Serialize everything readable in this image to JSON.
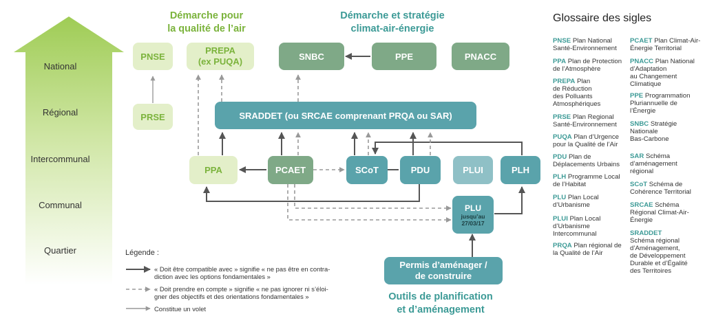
{
  "levels": [
    "National",
    "Régional",
    "Intercommunal",
    "Communal",
    "Quartier"
  ],
  "headers": {
    "air_line1": "Démarche pour",
    "air_line2": "la qualité de l’air",
    "climat_line1": "Démarche et stratégie",
    "climat_line2": "climat-air-énergie",
    "outils_line1": "Outils de planification",
    "outils_line2": "et d’aménagement"
  },
  "boxes": {
    "pnse": "PNSE",
    "prepa_line1": "PREPA",
    "prepa_line2": "(ex PUQA)",
    "snbc": "SNBC",
    "ppe": "PPE",
    "pnacc": "PNACC",
    "prse": "PRSE",
    "sraddet": "SRADDET (ou SRCAE comprenant PRQA ou SAR)",
    "ppa": "PPA",
    "pcaet": "PCAET",
    "scot": "SCoT",
    "pdu": "PDU",
    "plui": "PLUI",
    "plh": "PLH",
    "plu_line1": "PLU",
    "plu_line2": "jusqu’au",
    "plu_line3": "27/03/17",
    "permis_line1": "Permis d’aménager /",
    "permis_line2": "de construire"
  },
  "legend": {
    "title": "Légende :",
    "compat_line1": "« Doit être compatible avec » signifie « ne pas être en contra-",
    "compat_line2": "diction avec les options fondamentales »",
    "compte_line1": "« Doit prendre en compte » signifie « ne pas ignorer ni s’éloi-",
    "compte_line2": "gner des objectifs et des orientations fondamentales »",
    "volet": "Constitue un volet"
  },
  "glossary": {
    "title": "Glossaire des sigles",
    "left": [
      {
        "abbr": "PNSE",
        "def": "Plan National Santé-Environnement",
        "lines": [
          "Plan National",
          "Santé-Environnement"
        ]
      },
      {
        "abbr": "PPA",
        "def": "Plan de Protection de l’Atmosphère",
        "lines": [
          "Plan de Protection",
          "de l’Atmosphère"
        ]
      },
      {
        "abbr": "PREPA",
        "def": "Plan de Réduction des Polluants Atmosphériques",
        "lines": [
          "Plan",
          "de Réduction",
          "des Polluants",
          "Atmosphériques"
        ]
      },
      {
        "abbr": "PRSE",
        "def": "Plan Regional Santé-Environnement",
        "lines": [
          "Plan Regional",
          "Santé-Environnement"
        ]
      },
      {
        "abbr": "PUQA",
        "def": "Plan d’Urgence pour la Qualité de l’Air",
        "lines": [
          "Plan d’Urgence",
          "pour la Qualité de l’Air"
        ]
      },
      {
        "abbr": "PDU",
        "def": "Plan de Déplacements Urbains",
        "lines": [
          "Plan de",
          "Déplacements Urbains"
        ]
      },
      {
        "abbr": "PLH",
        "def": "Programme Local de l’Habitat",
        "lines": [
          "Programme Local",
          "de l’Habitat"
        ]
      },
      {
        "abbr": "PLU",
        "def": "Plan Local d’Urbanisme",
        "lines": [
          "Plan Local",
          "d’Urbanisme"
        ]
      },
      {
        "abbr": "PLUI",
        "def": "Plan Local d’Urbanisme Intercommunal",
        "lines": [
          "Plan Local",
          "d’Urbanisme",
          "Intercommunal"
        ]
      },
      {
        "abbr": "PRQA",
        "def": "Plan régional de la Qualité de l’Air",
        "lines": [
          "Plan régional de",
          "la Qualité de l’Air"
        ]
      }
    ],
    "right": [
      {
        "abbr": "PCAET",
        "def": "Plan Climat-Air-Énergie Territorial",
        "lines": [
          "Plan Climat-Air-",
          "Énergie Territorial"
        ]
      },
      {
        "abbr": "PNACC",
        "def": "Plan National d’Adaptation au Changement Climatique",
        "lines": [
          "Plan National",
          "d’Adaptation",
          "au Changement",
          "Climatique"
        ]
      },
      {
        "abbr": "PPE",
        "def": "Programmation Pluriannuelle de l’Énergie",
        "lines": [
          "Programmation",
          "Pluriannuelle de",
          "l’Énergie"
        ]
      },
      {
        "abbr": "SNBC",
        "def": "Stratégie Nationale Bas-Carbone",
        "lines": [
          "Stratégie",
          "Nationale",
          "Bas-Carbone"
        ]
      },
      {
        "abbr": "SAR",
        "def": "Schéma d’aménagement régional",
        "lines": [
          "Schéma",
          "d’aménagement",
          "régional"
        ]
      },
      {
        "abbr": "SCoT",
        "def": "Schéma de Cohérence Territorial",
        "lines": [
          "Schéma de",
          "Cohérence Territorial"
        ]
      },
      {
        "abbr": "SRCAE",
        "def": "Schéma Régional Climat-Air-Énergie",
        "lines": [
          "Schéma",
          "Régional Climat-Air-",
          "Énergie"
        ]
      },
      {
        "abbr": "SRADDET",
        "def": "Schéma régional d’Aménagement, de Développement Durable et d’Égalité des Territoires",
        "lines": [
          "",
          "Schéma régional",
          "d’Aménagement,",
          "de Développement",
          "Durable et d’Égalité",
          "des Territoires"
        ]
      }
    ]
  },
  "colors": {
    "light_green": "#e3efc9",
    "green_text": "#7bb33c",
    "dark_green": "#7fa987",
    "teal": "#5aa3ab",
    "teal_light": "#8fc0c6",
    "heading_teal": "#3c9a96",
    "arrow_dark": "#555555",
    "arrow_dashed": "#999999"
  }
}
